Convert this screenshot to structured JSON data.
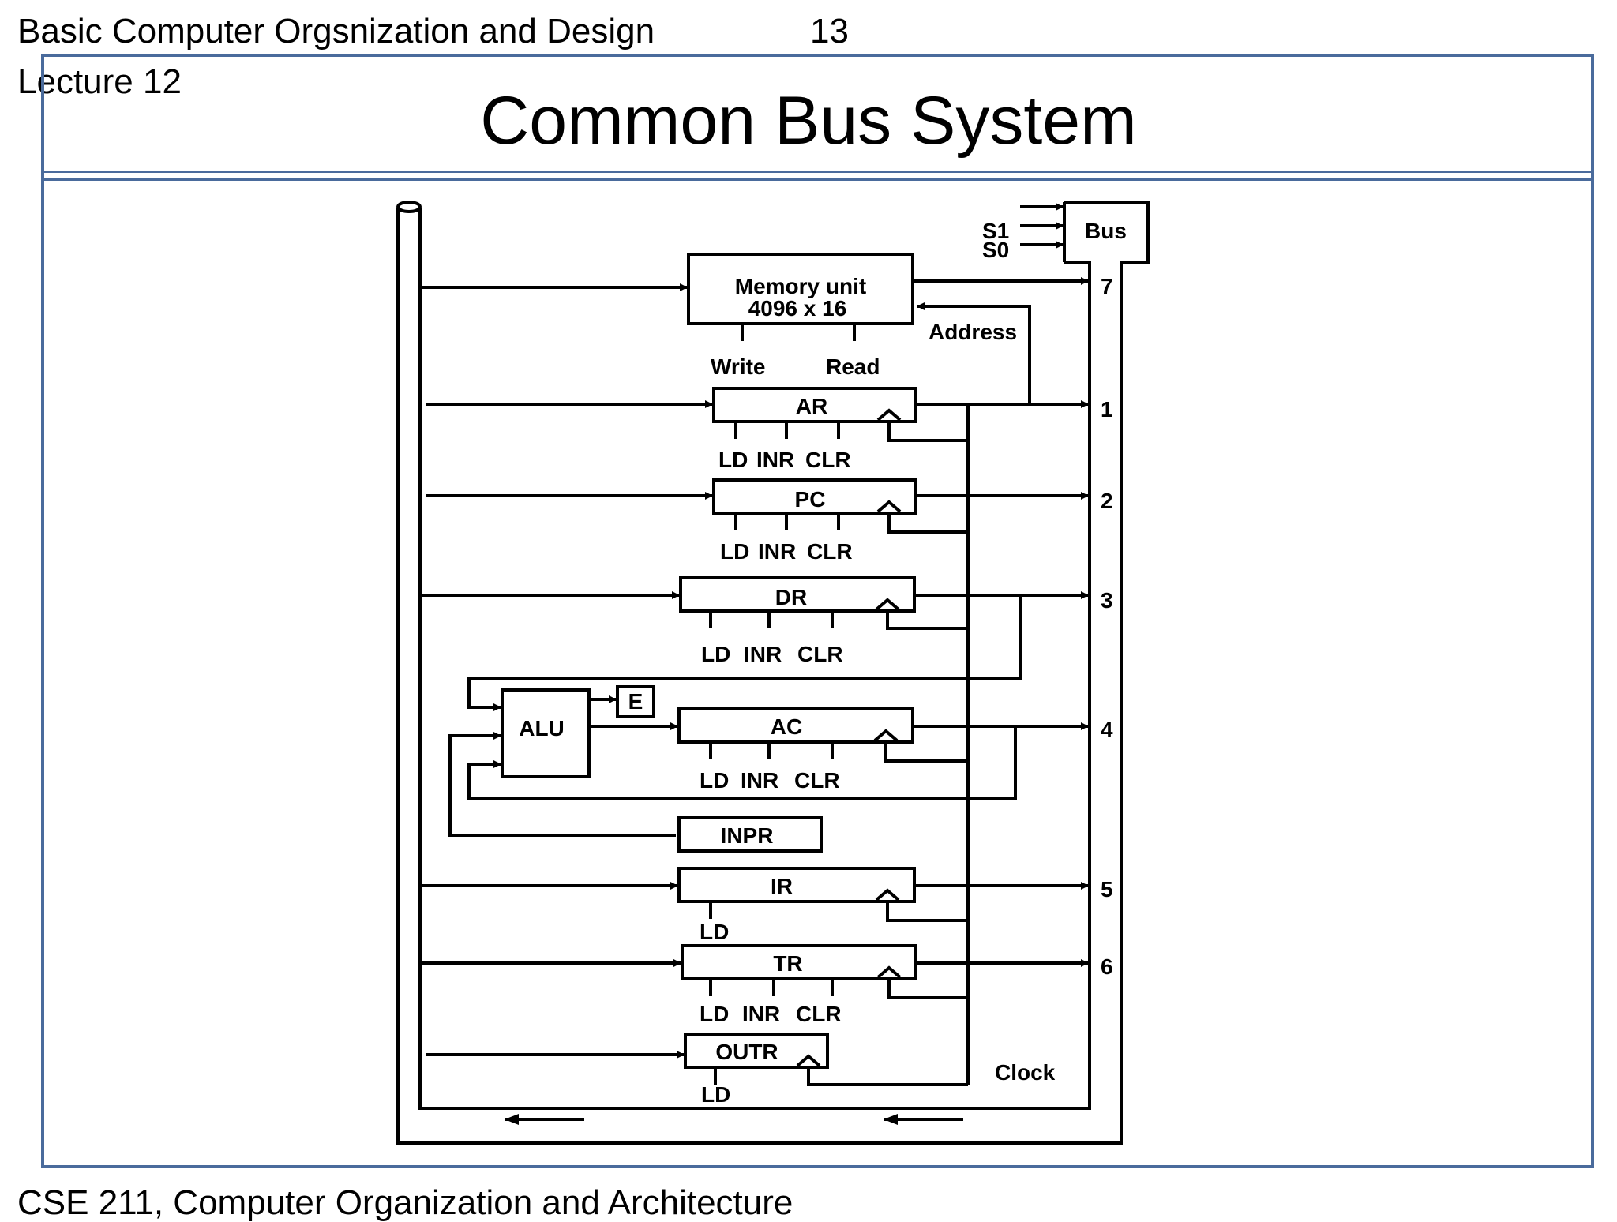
{
  "header": {
    "course": "Basic Computer Orgsnization and Design",
    "slide_number": "13",
    "lecture": "Lecture 12"
  },
  "title": "Common Bus System",
  "footer": "CSE 211, Computer Organization and Architecture",
  "diagram": {
    "bus_label": "Bus",
    "select_s1": "S1",
    "select_s0": "S0",
    "memory_line1": "Memory unit",
    "memory_line2": "4096 x 16",
    "address": "Address",
    "write": "Write",
    "read": "Read",
    "clock": "Clock",
    "alu": "ALU",
    "e_flag": "E",
    "ld": "LD",
    "inr": "INR",
    "clr": "CLR",
    "registers": {
      "ar": "AR",
      "pc": "PC",
      "dr": "DR",
      "ac": "AC",
      "inpr": "INPR",
      "ir": "IR",
      "tr": "TR",
      "outr": "OUTR"
    },
    "bus_inputs": [
      "7",
      "1",
      "2",
      "3",
      "4",
      "5",
      "6"
    ]
  },
  "colors": {
    "frame": "#4a6b9c",
    "ink": "#000000"
  }
}
